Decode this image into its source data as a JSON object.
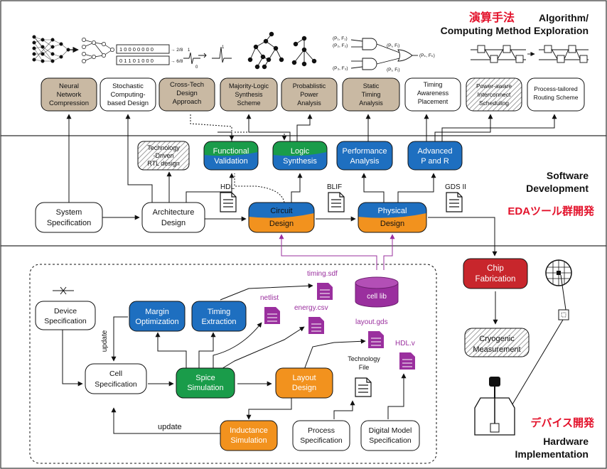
{
  "section_titles": {
    "algo_jp": "演算手法",
    "algo_en_1": "Algorithm/",
    "algo_en_2": "Computing Method Exploration",
    "sw_1": "Software",
    "sw_2": "Development",
    "sw_jp": "EDAツール群開発",
    "hw_jp": "デバイス開発",
    "hw_1": "Hardware",
    "hw_2": "Implementation"
  },
  "algo_boxes": [
    {
      "line1": "Neural",
      "line2": "Network",
      "line3": "Compression"
    },
    {
      "line1": "Stochastic",
      "line2": "Computing-",
      "line3": "based Design"
    },
    {
      "line1": "Cross-Tech",
      "line2": "Design",
      "line3": "Approach"
    },
    {
      "line1": "Majority-Logic",
      "line2": "Synthesis",
      "line3": "Scheme"
    },
    {
      "line1": "Probablistic",
      "line2": "Power",
      "line3": "Analysis"
    },
    {
      "line1": "Static",
      "line2": "Timing",
      "line3": "Analysis"
    },
    {
      "line1": "Timing",
      "line2": "Awareness",
      "line3": "Placement"
    },
    {
      "line1": "Power-aware",
      "line2": "Interconnect",
      "line3": "Scheduling"
    },
    {
      "line1": "Process-tailored",
      "line2": "Routing Scheme",
      "line3": ""
    }
  ],
  "algo_icons": {
    "stochastic_row1": "1 0 0 0 0 0 0 0",
    "stochastic_row2": "0 1 1 0 1 0 0 0",
    "stochastic_val1": "→ 2/8",
    "stochastic_val2": "→ 6/8",
    "pulse_one": "1",
    "pulse_zero": "0",
    "prob_p1": "(P₁, F₁)",
    "prob_p2": "(P₂, F₂)",
    "prob_p3": "(P₃, F₃)",
    "prob_pi": "(Pᵢ, Fᵢ)",
    "prob_pj": "(Pⱼ, Fⱼ)",
    "prob_pk": "(Pₖ, Fₖ)"
  },
  "sw": {
    "tech_rtl": {
      "line1": "Technology",
      "line2": "-Driven",
      "line3": "RTL design"
    },
    "func_val": {
      "line1": "Functional",
      "line2": "Validation"
    },
    "logic_syn": {
      "line1": "Logic",
      "line2": "Synthesis"
    },
    "perf": {
      "line1": "Performance",
      "line2": "Analysis"
    },
    "adv_pr": {
      "line1": "Advanced",
      "line2": "P and R"
    },
    "sys_spec": {
      "line1": "System",
      "line2": "Specification"
    },
    "arch": {
      "line1": "Architecture",
      "line2": "Design"
    },
    "circuit": {
      "line1": "Circuit",
      "line2": "Design"
    },
    "physical": {
      "line1": "Physical",
      "line2": "Design"
    },
    "hdl": "HDL",
    "blif": "BLIF",
    "gds": "GDS II"
  },
  "hw": {
    "chip_fab": {
      "line1": "Chip",
      "line2": "Fabrication"
    },
    "cryo": {
      "line1": "Cryogenic",
      "line2": "Measurement"
    },
    "cell_lib": "cell lib",
    "timing_sdf": "timing.sdf",
    "netlist": "netlist",
    "energy": "energy.csv",
    "layout_gds": "layout.gds",
    "hdl_v": "HDL.v",
    "tech_file_1": "Technology",
    "tech_file_2": "File",
    "device_spec": {
      "line1": "Device",
      "line2": "Specification"
    },
    "margin": {
      "line1": "Margin",
      "line2": "Optimization"
    },
    "timing_ext": {
      "line1": "Timing",
      "line2": "Extraction"
    },
    "cell_spec": {
      "line1": "Cell",
      "line2": "Specification"
    },
    "spice": {
      "line1": "Spice",
      "line2": "Simulation"
    },
    "layout": {
      "line1": "Layout",
      "line2": "Design"
    },
    "induct": {
      "line1": "Inductance",
      "line2": "Simulation"
    },
    "process": {
      "line1": "Process",
      "line2": "Specification"
    },
    "digital": {
      "line1": "Digital Model",
      "line2": "Specification"
    },
    "update_1": "update",
    "update_2": "update"
  },
  "colors": {
    "brown": "#c9b9a3",
    "green": "#1a9c4a",
    "blue": "#1e6fc0",
    "orange": "#f2921e",
    "red": "#c8262c",
    "purple": "#9a2f9e",
    "jp_red": "#e3122b"
  }
}
